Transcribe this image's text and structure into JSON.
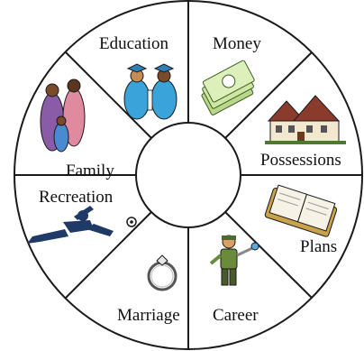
{
  "segments": [
    {
      "label": "Education"
    },
    {
      "label": "Money"
    },
    {
      "label": "Possessions"
    },
    {
      "label": "Plans"
    },
    {
      "label": "Career"
    },
    {
      "label": "Marriage"
    },
    {
      "label": "Recreation"
    },
    {
      "label": "Family"
    }
  ],
  "colors": {
    "outline": "#1a1a1a",
    "background": "#ffffff"
  }
}
